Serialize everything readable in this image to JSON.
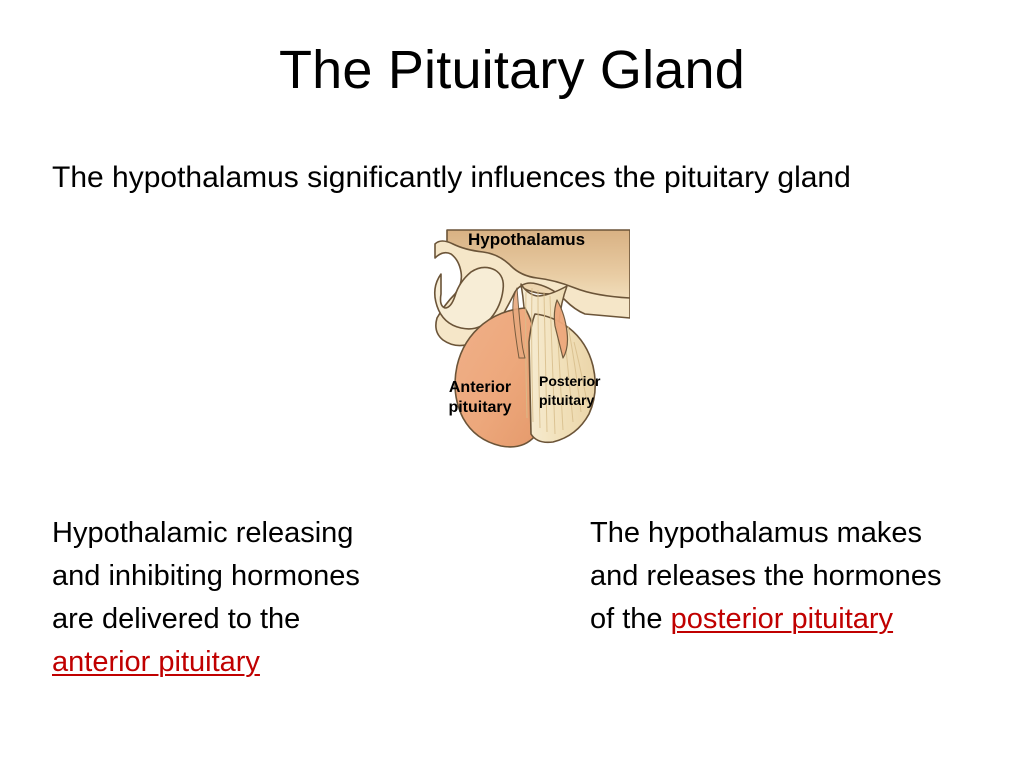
{
  "slide": {
    "title": "The Pituitary Gland",
    "subtitle": "The hypothalamus significantly influences the pituitary gland",
    "background_color": "#FFFFFF"
  },
  "diagram": {
    "name": "pituitary-gland-anatomy",
    "labels": {
      "hypothalamus": "Hypothalamus",
      "anterior_line1": "Anterior",
      "anterior_line2": "pituitary",
      "posterior_line1": "Posterior",
      "posterior_line2": "pituitary"
    },
    "colors": {
      "hypothalamus_fill": "#E3C298",
      "brain_fill": "#F5E6C8",
      "anterior_fill": "#EFA97A",
      "posterior_fill": "#F3E3BE",
      "stalk_fill": "#F7EACB",
      "outline": "#5A4632"
    }
  },
  "columns": {
    "left": {
      "line1": "Hypothalamic releasing",
      "line2": "and inhibiting hormones",
      "line3": "are delivered to the",
      "highlight": "anterior pituitary"
    },
    "right": {
      "line1": "The hypothalamus makes",
      "line2": "and releases the hormones",
      "line3_prefix": "of the ",
      "highlight": "posterior pituitary"
    }
  },
  "accent": {
    "highlight_color": "#C00000",
    "text_color": "#000000"
  }
}
